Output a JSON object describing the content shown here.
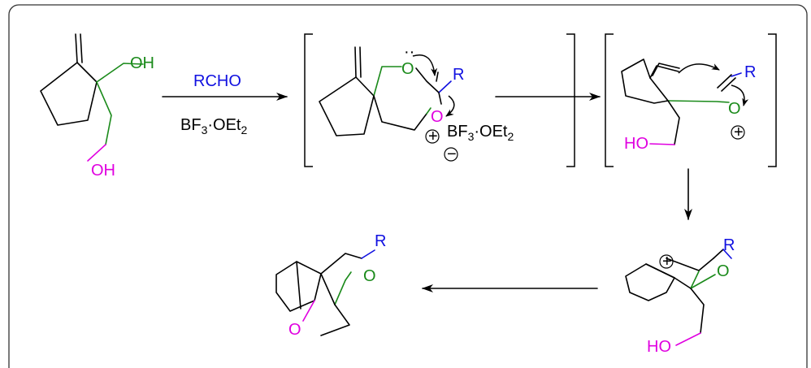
{
  "reaction": {
    "reagent_top": "RCHO",
    "reagent_bottom": "BF",
    "reagent_bottom_sub": "3",
    "reagent_bottom_mid": "·OEt",
    "reagent_bottom_sub2": "2"
  },
  "sm": {
    "oh1": "OH",
    "oh2": "OH"
  },
  "int1": {
    "o_top": "O",
    "r": "R",
    "o_ring": "O",
    "bf": "BF",
    "bf_sub": "3",
    "bf_rest": "·OEt",
    "bf_sub2": "2",
    "plus": "+",
    "minus": "−"
  },
  "int2": {
    "r": "R",
    "o": "O",
    "ho": "HO",
    "plus": "+"
  },
  "int3": {
    "r": "R",
    "o": "O",
    "ho": "HO",
    "plus": "+"
  },
  "product": {
    "r": "R",
    "o": "O",
    "o2": "O"
  },
  "colors": {
    "green": "#1a8a1a",
    "magenta": "#e000e0",
    "blue": "#1010e0",
    "black": "#000000",
    "frame": "#333333"
  }
}
